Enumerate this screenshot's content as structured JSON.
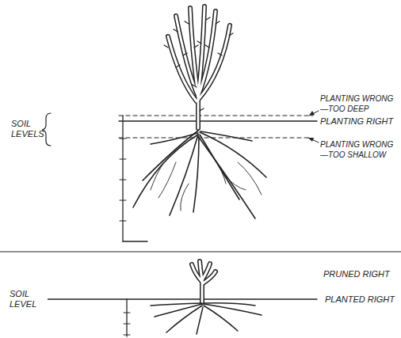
{
  "diagram": {
    "labels": [
      "PLANTING WRONG —TOO DEEP",
      "PLANTING RIGHT",
      "PLANTING WRONG —TOO SHALLOW",
      "SOIL LEVELS",
      "PRUNED RIGHT",
      "PLANTED RIGHT",
      "SOIL LEVEL"
    ]
  }
}
